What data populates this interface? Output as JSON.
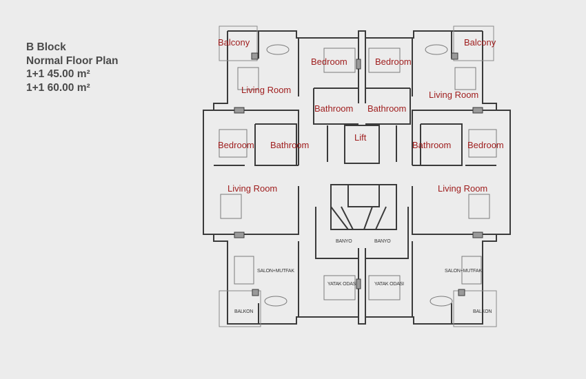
{
  "heading": {
    "block": "B Block",
    "plan_type": "Normal Floor Plan",
    "unit_a": "1+1 45.00 m²",
    "unit_b": "1+1 60.00 m²"
  },
  "labels_en": {
    "balcony_left": "Balcony",
    "balcony_right": "Balcony",
    "bedroom_top_left": "Bedroom",
    "bedroom_top_right": "Bedroom",
    "living_top_left": "Living Room",
    "living_top_right": "Living Room",
    "bathroom_top_left": "Bathroom",
    "bathroom_top_right": "Bathroom",
    "lift": "Lift",
    "bedroom_mid_left": "Bedroom",
    "bathroom_mid_left": "Bathroom",
    "bathroom_mid_right": "Bathroom",
    "bedroom_mid_right": "Bedroom",
    "living_mid_left": "Living Room",
    "living_mid_right": "Living Room"
  },
  "labels_tr": {
    "banyo_left": "BANYO",
    "banyo_right": "BANYO",
    "salon_left": "SALON+MUTFAK",
    "salon_right": "SALON+MUTFAK",
    "yatak_left": "YATAK ODASI",
    "yatak_right": "YATAK ODASI",
    "balkon_left": "BALKON",
    "balkon_right": "BALKON"
  },
  "colors": {
    "background": "#ececec",
    "label_red": "#9e1b1b",
    "wall": "#3a3a3a",
    "heading": "#4a4a4a"
  }
}
